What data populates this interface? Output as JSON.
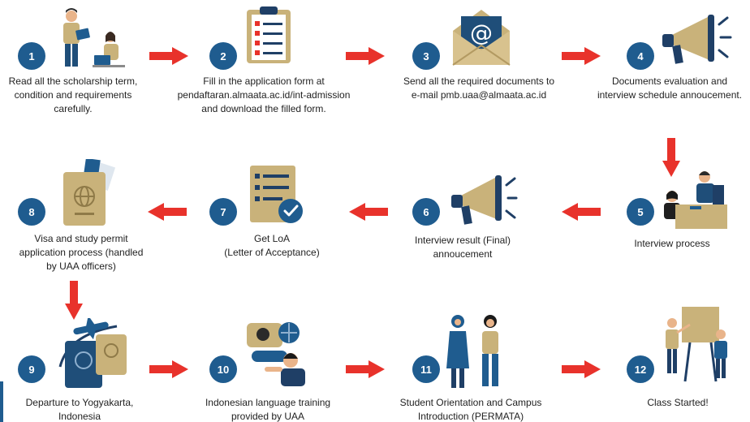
{
  "colors": {
    "badge": "#1f5c8f",
    "arrow": "#e8322b",
    "accent": "#c9b27a",
    "navy": "#1f3f66"
  },
  "steps": [
    {
      "number": "1",
      "text": "Read all the scholarship term,\ncondition and requirements\ncarefully.",
      "icon": "people-reading-icon"
    },
    {
      "number": "2",
      "text": "Fill in the application form at\npendaftaran.almaata.ac.id/int-admission\nand download the filled form.",
      "icon": "clipboard-checklist-icon"
    },
    {
      "number": "3",
      "text": "Send all the required documents to\ne-mail pmb.uaa@almaata.ac.id",
      "icon": "email-envelope-icon"
    },
    {
      "number": "4",
      "text": "Documents evaluation and\ninterview schedule annoucement.",
      "icon": "megaphone-icon"
    },
    {
      "number": "5",
      "text": "Interview process",
      "icon": "interview-people-icon"
    },
    {
      "number": "6",
      "text": "Interview result (Final)\nannoucement",
      "icon": "megaphone-icon"
    },
    {
      "number": "7",
      "text": "Get LoA\n(Letter of Acceptance)",
      "icon": "certificate-document-icon"
    },
    {
      "number": "8",
      "text": "Visa and study permit\napplication process (handled\nby UAA officers)",
      "icon": "passport-icon"
    },
    {
      "number": "9",
      "text": "Departure to Yogyakarta,\nIndonesia",
      "icon": "airplane-passport-icon"
    },
    {
      "number": "10",
      "text": "Indonesian language training\nprovided by UAA",
      "icon": "language-training-icon"
    },
    {
      "number": "11",
      "text": "Student Orientation and Campus\nIntroduction (PERMATA)",
      "icon": "students-orientation-icon"
    },
    {
      "number": "12",
      "text": "Class Started!",
      "icon": "classroom-teacher-icon"
    }
  ]
}
